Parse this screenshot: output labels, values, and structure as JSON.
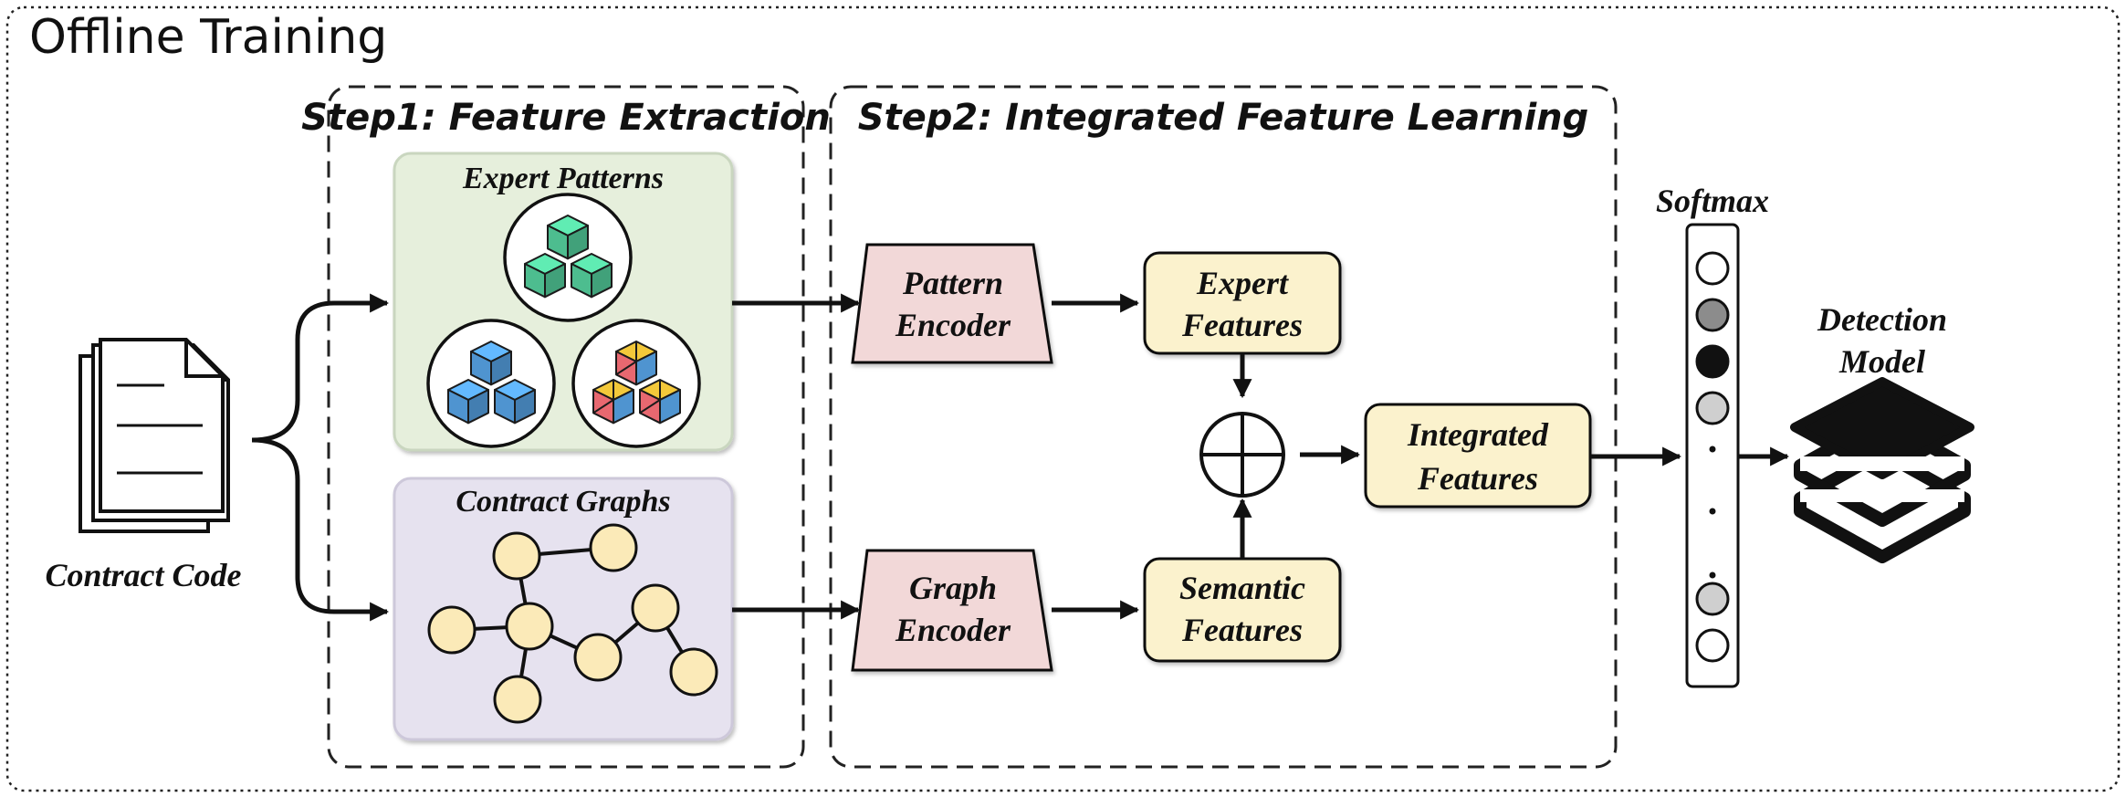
{
  "title": "Offline Training",
  "input": {
    "label": "Contract Code"
  },
  "step1": {
    "title": "Step1: Feature Extraction",
    "expert_patterns": "Expert Patterns",
    "contract_graphs": "Contract Graphs"
  },
  "step2": {
    "title": "Step2: Integrated Feature Learning",
    "pattern_encoder": [
      "Pattern",
      "Encoder"
    ],
    "graph_encoder": [
      "Graph",
      "Encoder"
    ],
    "expert_features": [
      "Expert",
      "Features"
    ],
    "semantic_features": [
      "Semantic",
      "Features"
    ],
    "integrated_features": [
      "Integrated",
      "Features"
    ]
  },
  "softmax": {
    "label": "Softmax"
  },
  "output": {
    "label": [
      "Detection",
      "Model"
    ]
  },
  "colors": {
    "expert_panel": "#e6efdc",
    "graph_panel": "#e6e2ef",
    "encoder_fill": "#f2d8d8",
    "feature_fill": "#fbf2cd",
    "graph_node": "#fbeab8",
    "cube_green": "#4dbd8f",
    "cube_blue": "#4f94d0",
    "cube_yellow": "#f3c83a",
    "cube_red": "#e86870"
  }
}
